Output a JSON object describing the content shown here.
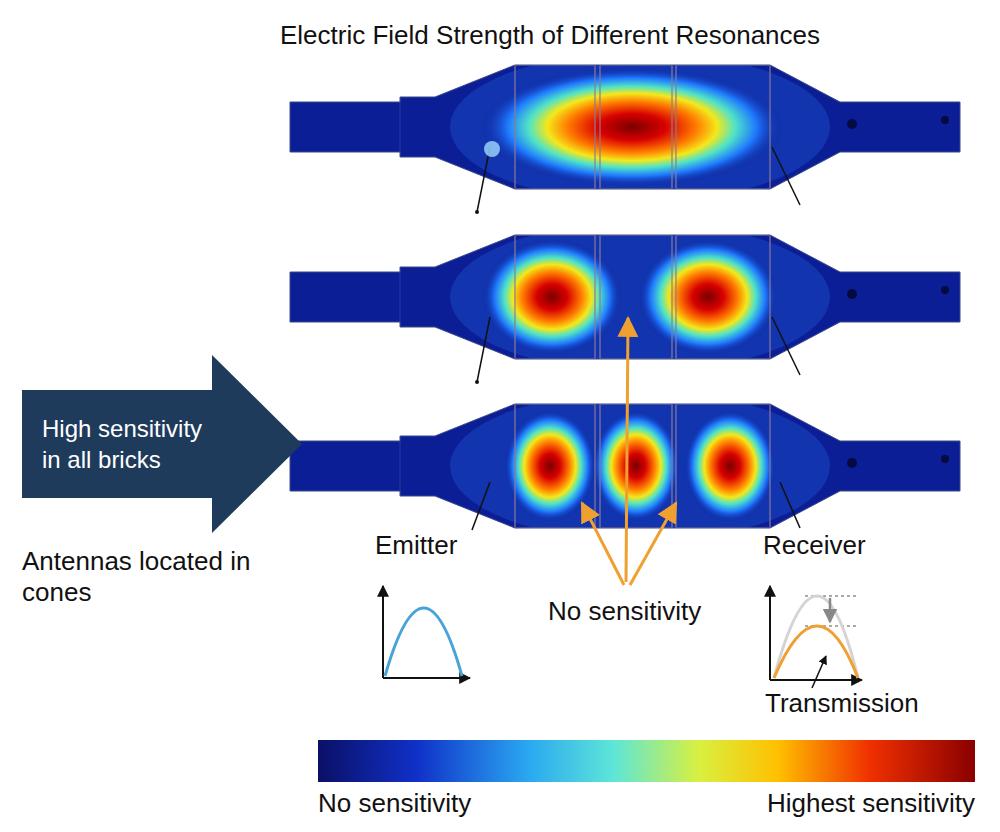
{
  "diagram": {
    "title": "Electric Field Strength of Different Resonances",
    "nodes": [
      {
        "text": [
          "High sensitivity in all bricks"
        ]
      }
    ],
    "labels": [
      "Antennas located in cones",
      "Emitter",
      "No sensitivity",
      "Receiver",
      "Transmission",
      "No sensitivity",
      "Highest sensitivity"
    ]
  }
}
